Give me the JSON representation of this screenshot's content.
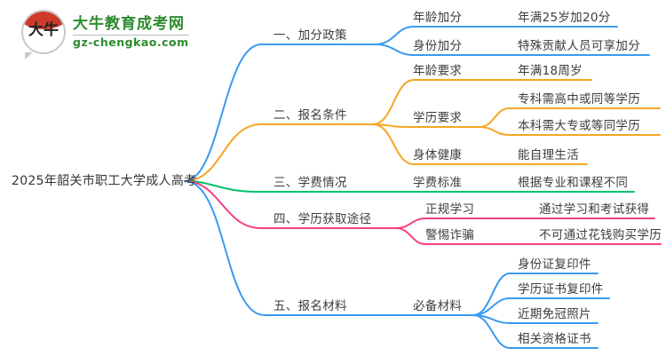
{
  "logo": {
    "badge_text": "大牛",
    "site_name": "大牛教育成考网",
    "site_domain": "gz-chengkao.com",
    "brand_green": "#2e8b2e",
    "badge_red": "#cf3a2b"
  },
  "mindmap": {
    "root_label": "2025年韶关市职工大学成人高考",
    "text_color": "#3d3d3d",
    "branches": [
      {
        "label": "一、加分政策",
        "color": "#3a9af2",
        "children": [
          {
            "label": "年龄加分",
            "children": [
              {
                "label": "年满25岁加20分"
              }
            ]
          },
          {
            "label": "身份加分",
            "children": [
              {
                "label": "特殊贡献人员可享加分"
              }
            ]
          }
        ]
      },
      {
        "label": "二、报名条件",
        "color": "#f6a623",
        "children": [
          {
            "label": "年龄要求",
            "children": [
              {
                "label": "年满18周岁"
              }
            ]
          },
          {
            "label": "学历要求",
            "children": [
              {
                "label": "专科需高中或同等学历"
              },
              {
                "label": "本科需大专或等同学历"
              }
            ]
          },
          {
            "label": "身体健康",
            "children": [
              {
                "label": "能自理生活"
              }
            ]
          }
        ]
      },
      {
        "label": "三、学费情况",
        "color": "#00c06e",
        "children": [
          {
            "label": "学费标准",
            "children": [
              {
                "label": "根据专业和课程不同"
              }
            ]
          }
        ]
      },
      {
        "label": "四、学历获取途径",
        "color": "#f4417f",
        "children": [
          {
            "label": "正规学习",
            "children": [
              {
                "label": "通过学习和考试获得"
              }
            ]
          },
          {
            "label": "警惕诈骗",
            "children": [
              {
                "label": "不可通过花钱购买学历"
              }
            ]
          }
        ]
      },
      {
        "label": "五、报名材料",
        "color": "#3a9af2",
        "children": [
          {
            "label": "必备材料",
            "children": [
              {
                "label": "身份证复印件"
              },
              {
                "label": "学历证书复印件"
              },
              {
                "label": "近期免冠照片"
              },
              {
                "label": "相关资格证书"
              }
            ]
          }
        ]
      }
    ]
  }
}
